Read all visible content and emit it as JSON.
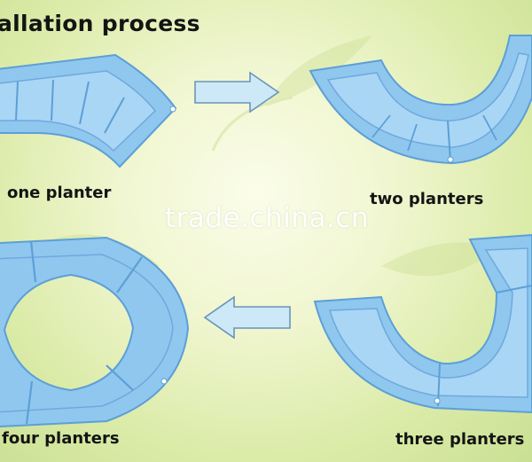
{
  "title": "allation process",
  "steps": [
    {
      "caption": "one planter"
    },
    {
      "caption": "two planters"
    },
    {
      "caption": "three planters"
    },
    {
      "caption": "four planters"
    }
  ],
  "watermark": "trade.china.cn",
  "colors": {
    "planter_fill": "#8fc7ef",
    "planter_dark": "#5d9fd6",
    "arrow_fill": "#cde8f7",
    "arrow_stroke": "#6a94b8",
    "background": "#eef5c8"
  },
  "icons": [
    "right-arrow-icon",
    "left-arrow-icon"
  ]
}
